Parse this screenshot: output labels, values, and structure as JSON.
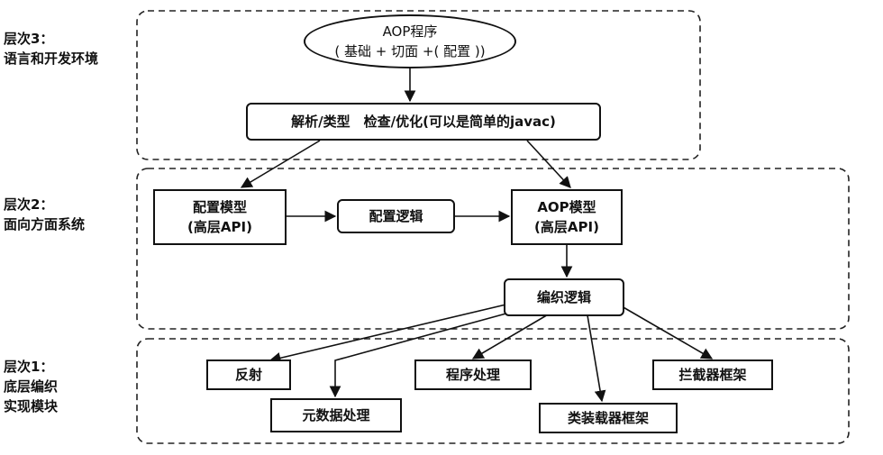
{
  "layers": {
    "l3": {
      "name": "层次3：",
      "desc": "语言和开发环境"
    },
    "l2": {
      "name": "层次2：",
      "desc": "面向方面系统"
    },
    "l1": {
      "name": "层次1：",
      "desc1": "底层编织",
      "desc2": "实现模块"
    }
  },
  "nodes": {
    "aop_program": {
      "line1": "AOP程序",
      "line2": "( 基础 + 切面 +( 配置 ))"
    },
    "parse_check": "解析/类型　检查/优化(可以是简单的javac)",
    "config_model": {
      "line1": "配置模型",
      "line2": "(高层API)"
    },
    "config_logic": "配置逻辑",
    "aop_model": {
      "line1": "AOP模型",
      "line2": "(高层API)"
    },
    "weave_logic": "编织逻辑",
    "reflection": "反射",
    "metadata": "元数据处理",
    "program_proc": "程序处理",
    "classloader": "类装载器框架",
    "interceptor": "拦截器框架"
  }
}
